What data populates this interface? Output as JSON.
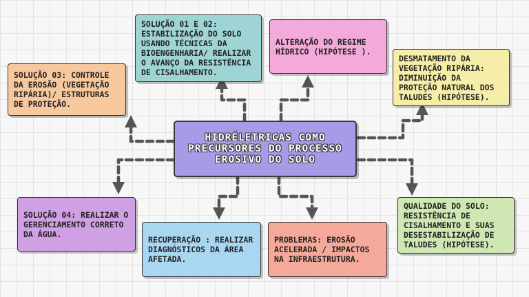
{
  "center": {
    "title": "HIDRÉLETRICAS COMO PRECURSORES DO PROCESSO EROSIVO DO SOLO",
    "color": "#a79ae6"
  },
  "nodes": {
    "solucao_01_02": {
      "text": "SOLUÇÃO 01 E 02: ESTABILIZAÇÃO DO SOLO USANDO TÉCNICAS DA BIOENGENHARIA/ REALIZAR O AVANÇO DA RESISTÊNCIA DE CISALHAMENTO.",
      "color": "#9fd4d4"
    },
    "alteracao_regime": {
      "text": "ALTERAÇÃO DO REGIME HÍDRICO (HIPÓTESE ).",
      "color": "#f3a9d9"
    },
    "desmatamento": {
      "text": "DESMATAMENTO DA VEGETAÇÃO RIPÁRIA: DIMINUIÇÃO DA PROTEÇÃO NATURAL DOS TALUDES (HIPÓTESE).",
      "color": "#f6eea8"
    },
    "solucao_03": {
      "text": "SOLUÇÃO 03: CONTROLE DA EROSÃO (VEGETAÇÃO RIPÁRIA)/ ESTRUTURAS DE PROTEÇÃO.",
      "color": "#f7c79d"
    },
    "solucao_04": {
      "text": "SOLUÇÃO 04: REALIZAR O GERENCIAMENTO CORRETO DA ÁGUA.",
      "color": "#cfa0e3"
    },
    "recuperacao": {
      "text": "RECUPERAÇÃO : REALIZAR DIAGNÓSTICOS DA ÁREA AFETADA.",
      "color": "#a9d7f2"
    },
    "problemas": {
      "text": "PROBLEMAS: EROSÃO ACELERADA / IMPACTOS NA INFRAESTRUTURA.",
      "color": "#f5a99a"
    },
    "qualidade_solo": {
      "text": "QUALIDADE DO SOLO: RESISTÊNCIA DE CISALHAMENTO E SUAS DESESTABILIZAÇÃO DE TALUDES (HIPÓTESE).",
      "color": "#cfe7b3"
    }
  },
  "connector_color": "#555555"
}
